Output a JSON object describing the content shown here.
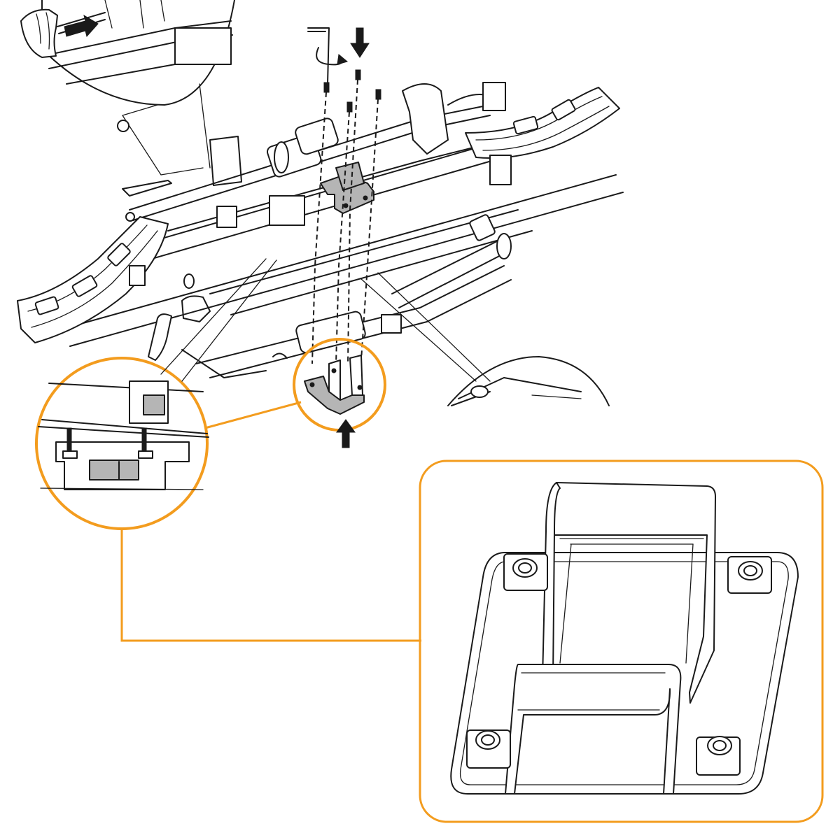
{
  "figure": {
    "accent_color": "#f39c1e",
    "line_color": "#1a1a1a",
    "part_fill_color": "#b5b5b5",
    "icons": [
      "hex-key-icon",
      "rotate-arrow-icon",
      "down-arrow-icon",
      "up-arrow-icon",
      "push-arrow-icon"
    ],
    "callouts": [
      "detail-top-left",
      "detail-side-view",
      "detail-bracket-large"
    ]
  }
}
